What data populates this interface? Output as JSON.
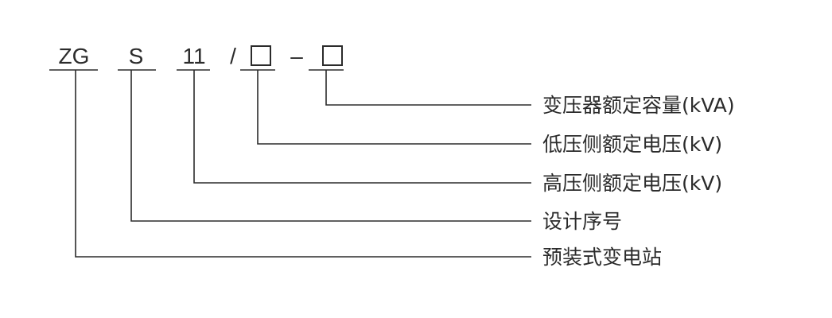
{
  "code": {
    "part_zg": "ZG",
    "part_s": "S",
    "part_11": "11",
    "slash": "/",
    "dash": "–"
  },
  "labels": {
    "capacity": "变压器额定容量(kVA)",
    "low_voltage": "低压侧额定电压(kV)",
    "high_voltage": "高压侧额定电压(kV)",
    "design_seq": "设计序号",
    "substation": "预装式变电站"
  }
}
